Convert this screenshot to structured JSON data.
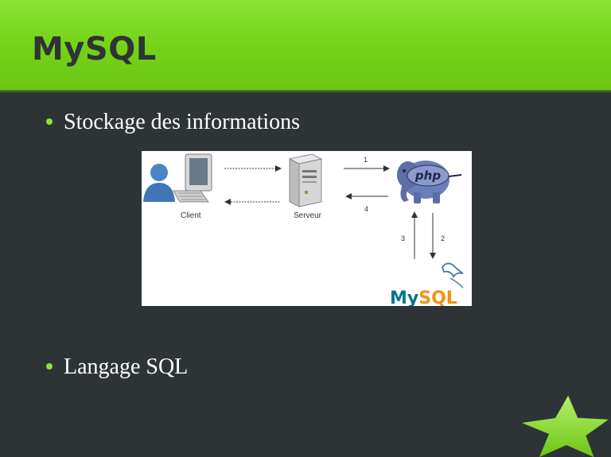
{
  "slide": {
    "title": "MySQL",
    "bullets": [
      "Stockage des informations",
      "Langage SQL"
    ]
  },
  "diagram": {
    "client_label": "Client",
    "server_label": "Serveur",
    "php_logo_text": "php",
    "mysql_logo_text_my": "My",
    "mysql_logo_text_sql": "SQL",
    "arrow_labels": {
      "a1": "1",
      "a2": "2",
      "a3": "3",
      "a4": "4"
    }
  },
  "colors": {
    "header_green": "#73d216",
    "background": "#2e3436",
    "bullet_dot": "#8ae234",
    "star": "#8ae234"
  },
  "icons": [
    "client-user-icon",
    "client-computer-icon",
    "server-icon",
    "php-elephant-icon",
    "mysql-dolphin-icon",
    "star-decoration-icon"
  ]
}
